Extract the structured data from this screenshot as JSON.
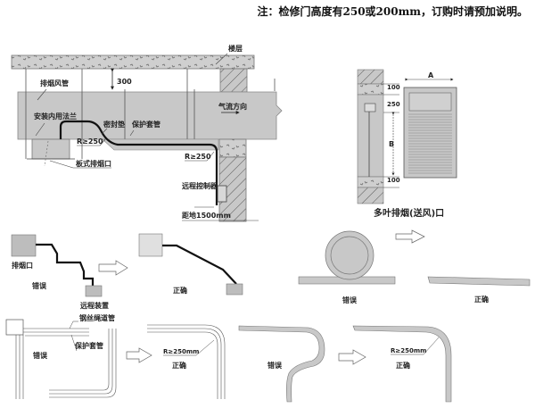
{
  "note": "注：检修门高度有250或200mm，订购时请预加说明。",
  "install_diagram": {
    "floor_label": "楼层",
    "duct_label": "排烟风管",
    "clearance": "300",
    "flange_label": "安装内用法兰",
    "seal_label": "密封垫",
    "sleeve_label": "保护套管",
    "airflow_label": "气流方向",
    "radius_label_1": "R≥250",
    "radius_label_2": "R≥250",
    "outlet_label": "板式排烟口",
    "controller_label": "远程控制器",
    "height_label": "距地1500mm"
  },
  "louver_diagram": {
    "title": "多叶排烟(送风)口",
    "dim_top": "100",
    "dim_door": "250",
    "dim_b": "B",
    "dim_bottom": "100",
    "dim_a": "A"
  },
  "examples": {
    "routing": {
      "outlet_label": "排烟口",
      "wrong_label": "错误",
      "remote_label": "远程装置",
      "right_label": "正确"
    },
    "coil": {
      "wrong_label": "错误",
      "right_label": "正确"
    },
    "bend": {
      "cable_label": "钢丝绳道管",
      "sleeve_label": "保护套管",
      "wrong_label": "错误",
      "radius_label": "R≥250mm",
      "right_label": "正确"
    },
    "kink": {
      "wrong_label": "错误",
      "radius_label": "R≥250mm",
      "right_label": "正确"
    }
  },
  "colors": {
    "gray_fill": "#c8c8c8",
    "light_fill": "#e0e0e0",
    "line": "#333333",
    "cable": "#111111"
  }
}
